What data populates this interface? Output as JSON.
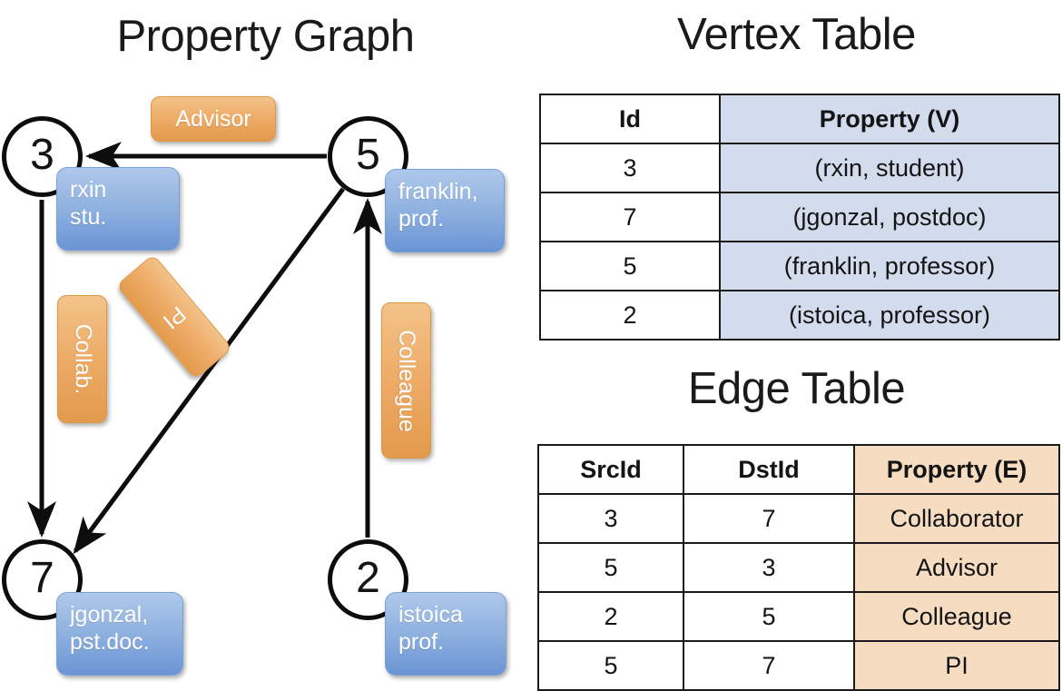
{
  "titles": {
    "property_graph": "Property Graph",
    "vertex_table": "Vertex Table",
    "edge_table": "Edge Table"
  },
  "graph": {
    "nodes": [
      {
        "id": "3",
        "property_line1": "rxin",
        "property_line2": "stu."
      },
      {
        "id": "5",
        "property_line1": "franklin,",
        "property_line2": "prof."
      },
      {
        "id": "7",
        "property_line1": "jgonzal,",
        "property_line2": "pst.doc."
      },
      {
        "id": "2",
        "property_line1": "istoica",
        "property_line2": "prof."
      }
    ],
    "edge_labels": {
      "advisor": "Advisor",
      "collab": "Collab.",
      "pi": "PI",
      "colleague": "Colleague"
    }
  },
  "vertex_table": {
    "headers": [
      "Id",
      "Property (V)"
    ],
    "rows": [
      {
        "id": "3",
        "property": "(rxin, student)"
      },
      {
        "id": "7",
        "property": "(jgonzal, postdoc)"
      },
      {
        "id": "5",
        "property": "(franklin, professor)"
      },
      {
        "id": "2",
        "property": "(istoica, professor)"
      }
    ]
  },
  "edge_table": {
    "headers": [
      "SrcId",
      "DstId",
      "Property (E)"
    ],
    "rows": [
      {
        "src": "3",
        "dst": "7",
        "property": "Collaborator"
      },
      {
        "src": "5",
        "dst": "3",
        "property": "Advisor"
      },
      {
        "src": "2",
        "dst": "5",
        "property": "Colleague"
      },
      {
        "src": "5",
        "dst": "7",
        "property": "PI"
      }
    ]
  },
  "colors": {
    "vertex_badge": "#90b2e0",
    "edge_badge": "#eead6a",
    "vertex_table_fill": "#d2dced",
    "edge_table_fill": "#f6ddc2",
    "stroke": "#1a1a1a"
  }
}
